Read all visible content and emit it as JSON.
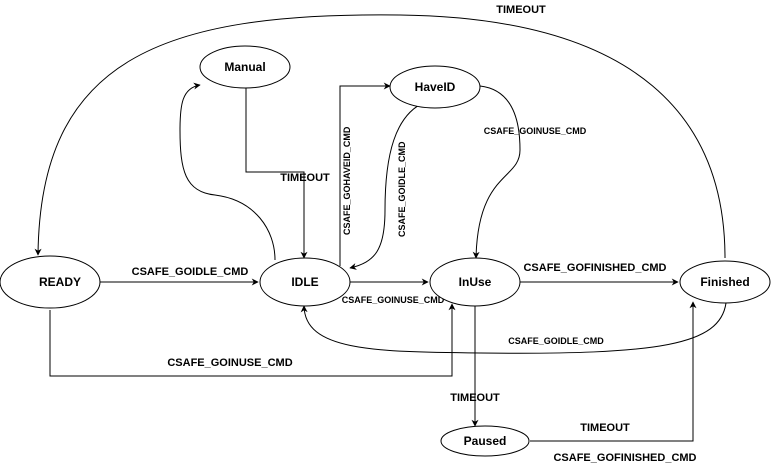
{
  "states": {
    "manual": "Manual",
    "haveid": "HaveID",
    "ready": "READY",
    "idle": "IDLE",
    "inuse": "InUse",
    "finished": "Finished",
    "paused": "Paused"
  },
  "transitions": {
    "finished_to_ready": "TIMEOUT",
    "manual_to_idle": "TIMEOUT",
    "idle_to_haveid": "CSAFE_GOHAVEID_CMD",
    "haveid_to_idle": "CSAFE_GOIDLE_CMD",
    "haveid_to_inuse": "CSAFE_GOINUSE_CMD",
    "ready_to_idle": "CSAFE_GOIDLE_CMD",
    "idle_to_inuse": "CSAFE_GOINUSE_CMD",
    "inuse_to_finished": "CSAFE_GOFINISHED_CMD",
    "finished_to_idle": "CSAFE_GOIDLE_CMD",
    "ready_to_inuse": "CSAFE_GOINUSE_CMD",
    "inuse_to_paused": "TIMEOUT",
    "paused_to_finished_timeout": "TIMEOUT",
    "paused_to_finished_cmd": "CSAFE_GOFINISHED_CMD"
  }
}
